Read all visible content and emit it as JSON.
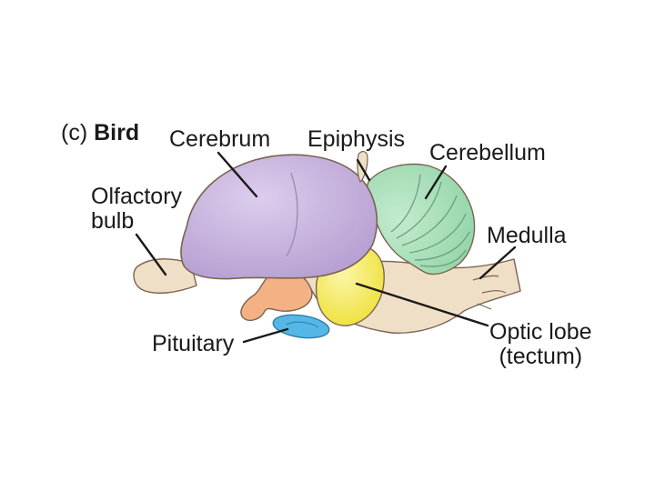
{
  "figure": {
    "panel_prefix": "(c)",
    "panel_title": "Bird"
  },
  "labels": {
    "cerebrum": "Cerebrum",
    "epiphysis": "Epiphysis",
    "cerebellum": "Cerebellum",
    "olfactory_line1": "Olfactory",
    "olfactory_line2": "bulb",
    "medulla": "Medulla",
    "pituitary": "Pituitary",
    "optic_line1": "Optic lobe",
    "optic_line2": "(tectum)"
  },
  "colors": {
    "cerebrum": "#c7b4dc",
    "cerebellum": "#a6dcb8",
    "optic_lobe": "#f3ec5a",
    "pituitary": "#54b7e6",
    "hypothalamus": "#f3b184",
    "brainstem": "#efdfc6",
    "outline": "#7a6350"
  }
}
